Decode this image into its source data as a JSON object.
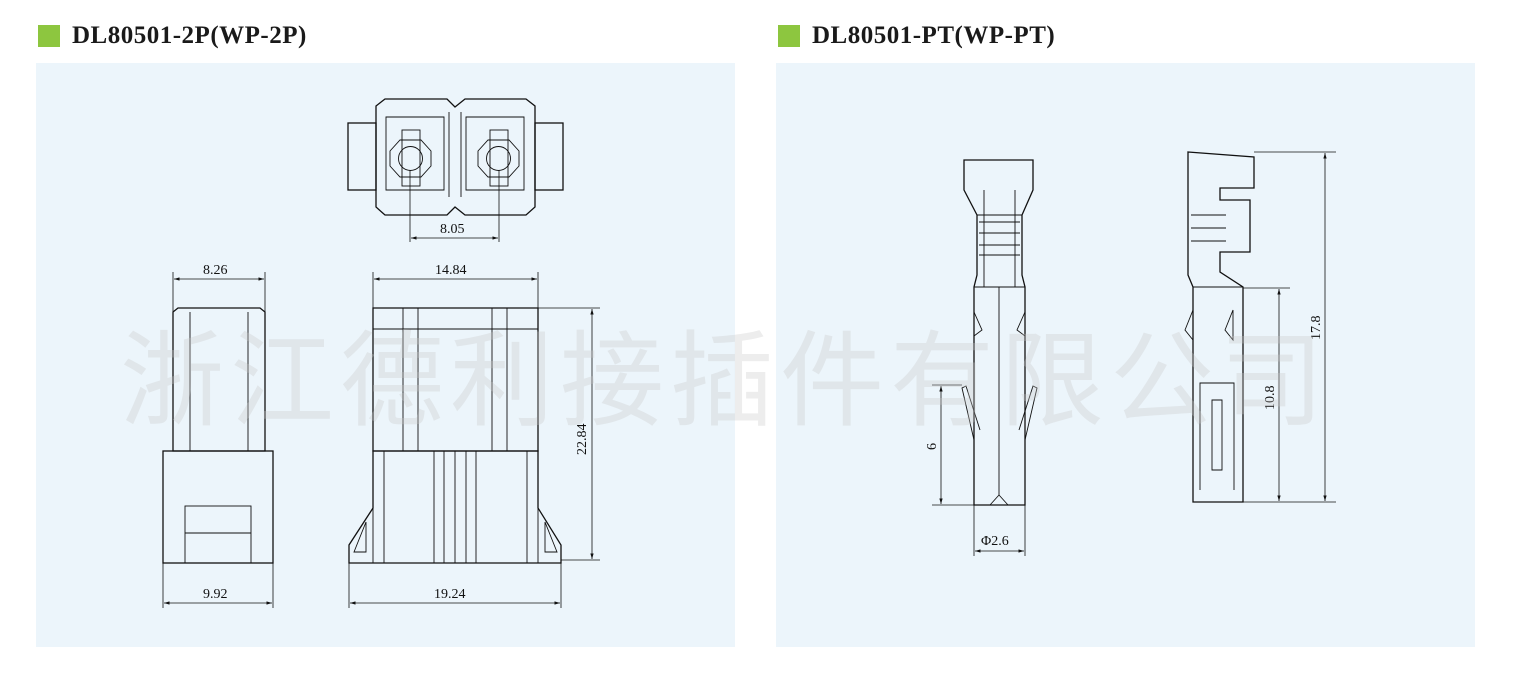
{
  "left_title": "DL80501-2P(WP-2P)",
  "right_title": "DL80501-PT(WP-PT)",
  "watermark": "浙江德利接插件有限公司",
  "dimensions": {
    "pitch": "8.05",
    "width_side": "8.26",
    "width_front": "14.84",
    "height_body": "22.84",
    "base_side": "9.92",
    "base_front": "19.24",
    "terminal_spring": "6",
    "terminal_diameter": "Φ2.6",
    "terminal_lower": "10.8",
    "terminal_total": "17.8"
  },
  "colors": {
    "accent": "#8dc63f",
    "panel": "#ecf5fb"
  }
}
